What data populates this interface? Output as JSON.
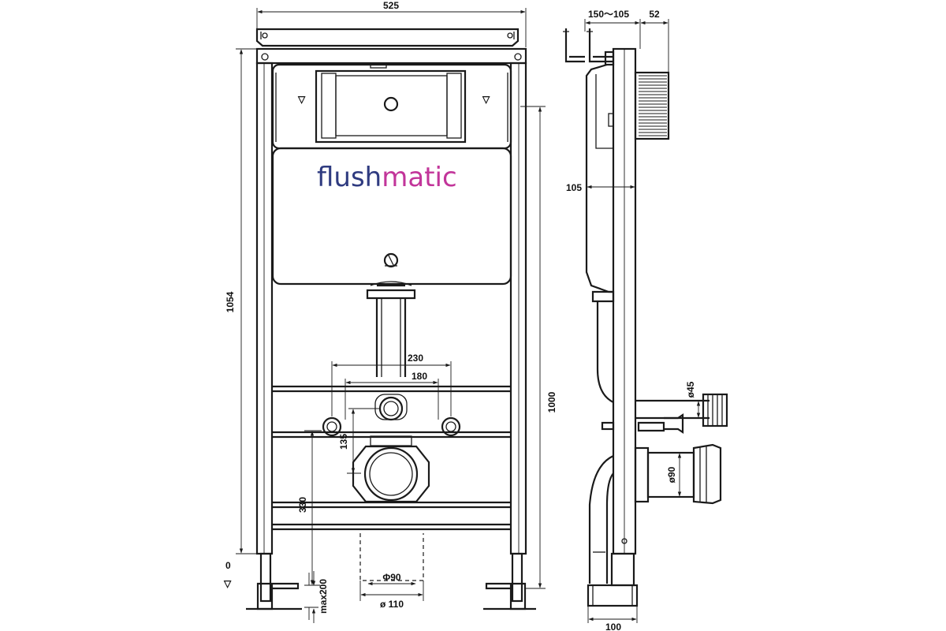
{
  "brand": {
    "prefix": "flush",
    "suffix": "matic",
    "prefix_color": "#2f3b80",
    "suffix_color": "#c2359a"
  },
  "dimensions": {
    "frame_width": "525",
    "frame_height": "1054",
    "flush_height": "1000",
    "wide_spacing": "230",
    "narrow_spacing": "180",
    "inlet_offset": "135",
    "outlet_height": "330",
    "adjustment": "max200",
    "zero_level": "0",
    "outer_pipe": "ø 110",
    "inner_pipe": "Φ90",
    "depth_range": "150～105",
    "panel_depth": "52",
    "cistern_depth": "105",
    "supply_diameter": "ø45",
    "waste_diameter": "ø90",
    "base_depth": "100"
  },
  "symbols": {
    "level_mark": "▽"
  },
  "colors": {
    "line": "#1a1a1a",
    "background": "#ffffff"
  }
}
